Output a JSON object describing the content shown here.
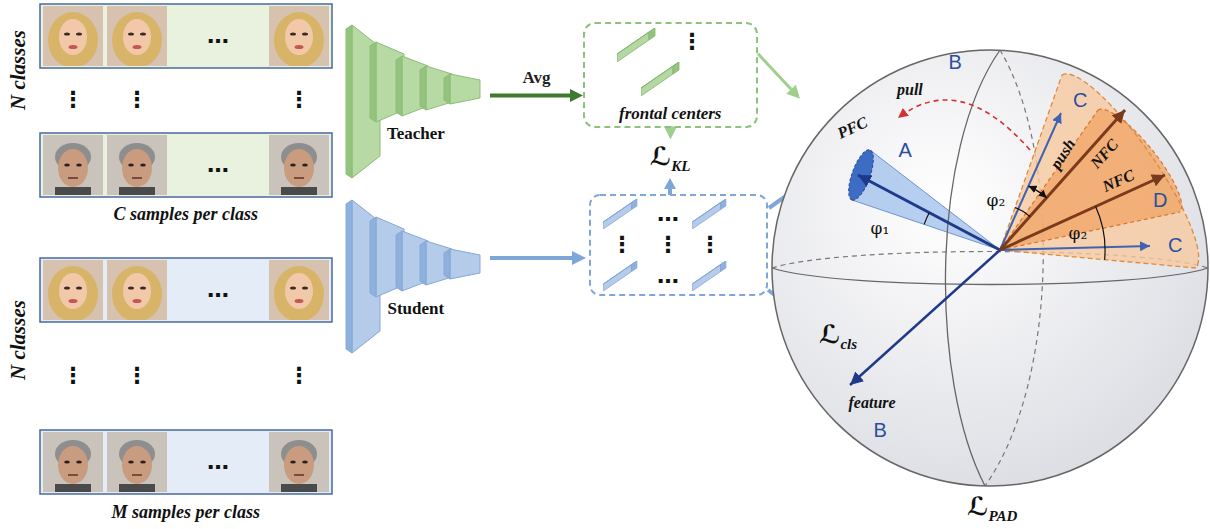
{
  "diagram": {
    "nodes": [
      {
        "text": [
          "N classes",
          "C samples per class"
        ]
      },
      {
        "text": [
          "Teacher"
        ]
      },
      {
        "text": [
          "frontal centers"
        ]
      },
      {
        "text": [
          "ℒ",
          "KL"
        ]
      },
      {
        "text": [
          "N classes",
          "M samples per class"
        ]
      },
      {
        "text": [
          "Student"
        ]
      },
      {
        "text": [
          "ℒ",
          "cls"
        ]
      },
      {
        "text": [
          "ℒ",
          "PAD"
        ]
      }
    ],
    "edges": [
      {
        "from": 1,
        "to": 2,
        "arrow": "to",
        "label": "Avg"
      },
      {
        "from": 2,
        "to": 3,
        "arrow": "to"
      },
      {
        "from": 2,
        "to": 7,
        "arrow": "to"
      }
    ],
    "labels": [
      "…",
      "⋮",
      "⋮",
      "⋮",
      "…",
      "…",
      "⋮",
      "⋮",
      "⋮",
      "…",
      "⋮",
      "…",
      "⋮",
      "⋮",
      "⋮",
      "…",
      "A",
      "B",
      "B",
      "C",
      "C",
      "D",
      "PFC",
      "NFC",
      "NFC",
      "pull",
      "push",
      "φ₁",
      "φ₂",
      "φ₂",
      "feature"
    ]
  }
}
